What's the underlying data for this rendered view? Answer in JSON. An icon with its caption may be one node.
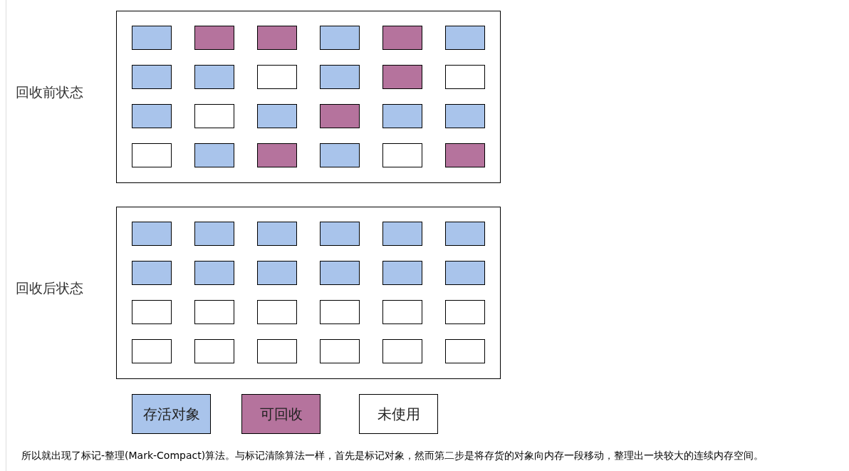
{
  "diagram": {
    "caption": "所以就出现了标记-整理(Mark-Compact)算法。与标记清除算法一样，首先是标记对象，然而第二步是将存货的对象向内存一段移动，整理出一块较大的连续内存空间。",
    "nodes": [
      {
        "text": [
          "回收前状态"
        ]
      },
      {
        "text": [],
        "shape": "box",
        "in": 0
      },
      {
        "text": [],
        "shape": "box",
        "in": 0
      },
      {
        "text": [],
        "shape": "box",
        "in": 0
      },
      {
        "text": [],
        "shape": "box",
        "in": 0
      },
      {
        "text": [],
        "shape": "box",
        "in": 0
      },
      {
        "text": [],
        "shape": "box",
        "in": 0
      },
      {
        "text": [],
        "shape": "box",
        "in": 0
      },
      {
        "text": [],
        "shape": "box",
        "in": 0
      },
      {
        "text": [],
        "shape": "box",
        "in": 0
      },
      {
        "text": [],
        "shape": "box",
        "in": 0
      },
      {
        "text": [],
        "shape": "box",
        "in": 0
      },
      {
        "text": [],
        "shape": "box",
        "in": 0
      },
      {
        "text": [],
        "shape": "box",
        "in": 0
      },
      {
        "text": [],
        "shape": "box",
        "in": 0
      },
      {
        "text": [],
        "shape": "box",
        "in": 0
      },
      {
        "text": [],
        "shape": "box",
        "in": 0
      },
      {
        "text": [],
        "shape": "box",
        "in": 0
      },
      {
        "text": [],
        "shape": "box",
        "in": 0
      },
      {
        "text": [],
        "shape": "box",
        "in": 0
      },
      {
        "text": [],
        "shape": "box",
        "in": 0
      },
      {
        "text": [],
        "shape": "box",
        "in": 0
      },
      {
        "text": [],
        "shape": "box",
        "in": 0
      },
      {
        "text": [],
        "shape": "box",
        "in": 0
      },
      {
        "text": [],
        "shape": "box",
        "in": 0
      },
      {
        "text": [
          "回收后状态"
        ]
      },
      {
        "text": [],
        "shape": "box",
        "in": 25
      },
      {
        "text": [],
        "shape": "box",
        "in": 25
      },
      {
        "text": [],
        "shape": "box",
        "in": 25
      },
      {
        "text": [],
        "shape": "box",
        "in": 25
      },
      {
        "text": [],
        "shape": "box",
        "in": 25
      },
      {
        "text": [],
        "shape": "box",
        "in": 25
      },
      {
        "text": [],
        "shape": "box",
        "in": 25
      },
      {
        "text": [],
        "shape": "box",
        "in": 25
      },
      {
        "text": [],
        "shape": "box",
        "in": 25
      },
      {
        "text": [],
        "shape": "box",
        "in": 25
      },
      {
        "text": [],
        "shape": "box",
        "in": 25
      },
      {
        "text": [],
        "shape": "box",
        "in": 25
      },
      {
        "text": [],
        "shape": "box",
        "in": 25
      },
      {
        "text": [],
        "shape": "box",
        "in": 25
      },
      {
        "text": [],
        "shape": "box",
        "in": 25
      },
      {
        "text": [],
        "shape": "box",
        "in": 25
      },
      {
        "text": [],
        "shape": "box",
        "in": 25
      },
      {
        "text": [],
        "shape": "box",
        "in": 25
      },
      {
        "text": [],
        "shape": "box",
        "in": 25
      },
      {
        "text": [],
        "shape": "box",
        "in": 25
      },
      {
        "text": [],
        "shape": "box",
        "in": 25
      },
      {
        "text": [],
        "shape": "box",
        "in": 25
      },
      {
        "text": [],
        "shape": "box",
        "in": 25
      },
      {
        "text": [],
        "shape": "box",
        "in": 25
      }
    ],
    "edges": [],
    "legend": [
      {
        "text": "存活对象",
        "color": "#a9c4eb"
      },
      {
        "text": "可回收",
        "color": "#b5739d"
      },
      {
        "text": "未使用",
        "color": "#ffffff"
      }
    ]
  }
}
